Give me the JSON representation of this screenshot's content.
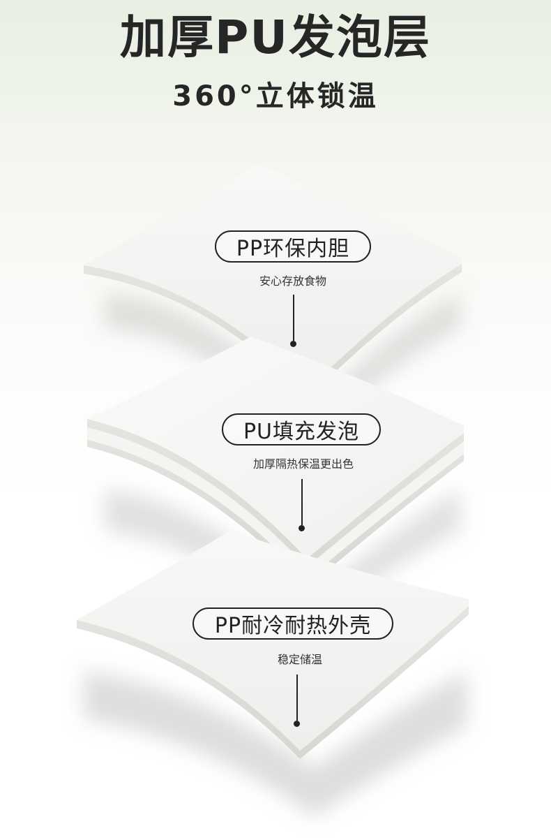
{
  "header": {
    "title": "加厚PU发泡层",
    "subtitle": "360°立体锁温"
  },
  "layers": [
    {
      "label": "PP环保内胆",
      "description": "安心存放食物",
      "marker_icon": "dot-pointer-icon"
    },
    {
      "label": "PU填充发泡",
      "description": "加厚隔热保温更出色",
      "marker_icon": "dot-pointer-icon"
    },
    {
      "label": "PP耐冷耐热外壳",
      "description": "稳定储温",
      "marker_icon": "dot-pointer-icon"
    }
  ],
  "colors": {
    "background_top": "#e8efe2",
    "text": "#262626",
    "sheet": "#f6f6f4",
    "shadow": "#cfd0cc"
  }
}
